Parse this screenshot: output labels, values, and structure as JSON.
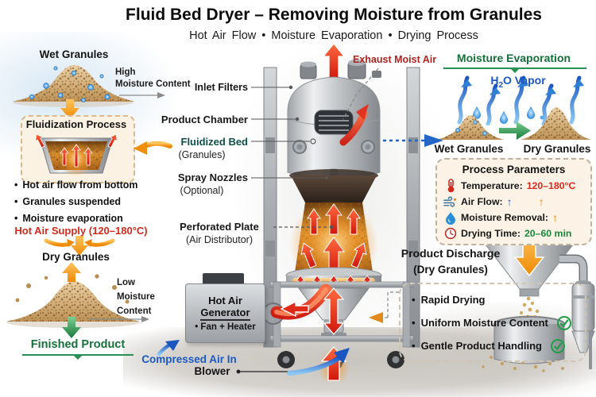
{
  "header": {
    "title": "Fluid Bed Dryer – Removing Moisture from Granules",
    "subtitle": "Hot Air Flow • Moisture Evaporation • Drying Process"
  },
  "glyphs": {
    "bullet": "•",
    "up_arrow": "↑"
  },
  "left": {
    "wet_title": "Wet Granules",
    "high_line1": "High",
    "high_line2": "Moisture Content",
    "fluidization_title": "Fluidization Process",
    "fluidization_bullets": [
      "Hot air flow from bottom",
      "Granules suspended",
      "Moisture evaporation"
    ],
    "hot_air_supply": "Hot Air Supply (120–180°C)",
    "dry_title": "Dry Granules",
    "low_line1": "Low",
    "low_line2": "Moisture",
    "low_line3": "Content",
    "finished": "Finished Product"
  },
  "machine": {
    "inlet_filters": "Inlet Filters",
    "product_chamber": "Product Chamber",
    "fluidized_bed": "Fluidized Bed",
    "fluidized_bed_sub": "(Granules)",
    "spray_nozzles": "Spray Nozzles",
    "spray_nozzles_sub": "(Optional)",
    "perforated_plate": "Perforated Plate",
    "perforated_plate_sub": "(Air Distributor)",
    "exhaust": "Exhaust Moist Air",
    "gen_line1": "Hot Air",
    "gen_line2": "Generator",
    "gen_line3": "• Fan + Heater",
    "compressed_air": "Compressed Air In",
    "blower": "Blower"
  },
  "right": {
    "evap_title": "Moisture Evaporation",
    "vapor_pre": "H",
    "vapor_sub": "2",
    "vapor_post": "O Vapor",
    "wet_label": "Wet Granules",
    "dry_label": "Dry Granules",
    "params": {
      "title": "Process Parameters",
      "temp_label": "Temperature:",
      "temp_value": "120–180°C",
      "air_label": "Air Flow:",
      "moisture_label": "Moisture Removal:",
      "time_label": "Drying Time:",
      "time_value": "20–60 min"
    },
    "discharge_title": "Product Discharge",
    "discharge_sub": "(Dry Granules)",
    "discharge_bullets": [
      "Rapid Drying",
      "Uniform Moisture Content",
      "Gentle Product Handling"
    ]
  },
  "colors": {
    "accent_red": "#d42a1c",
    "accent_dark_red": "#b0241f",
    "accent_orange": "#f0930f",
    "accent_green": "#15703a",
    "accent_blue": "#1b58c4",
    "teal": "#0e4f4a",
    "cream_box": "#fcf2e3"
  }
}
